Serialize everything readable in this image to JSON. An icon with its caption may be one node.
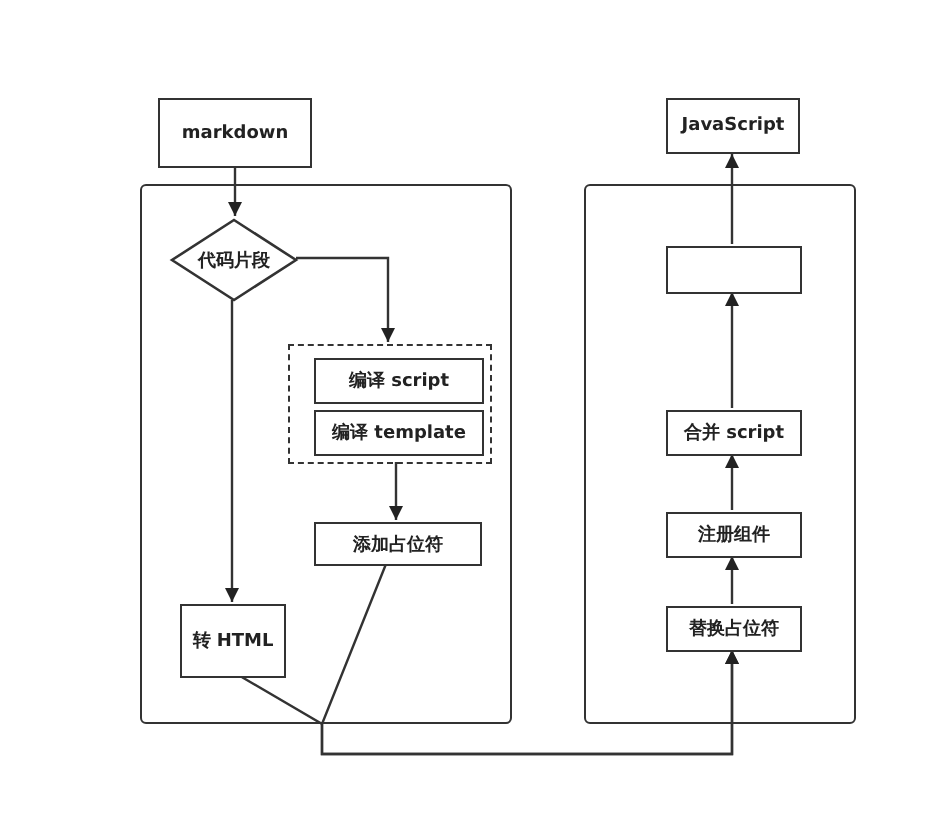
{
  "diagram": {
    "nodes": [
      {
        "text": [
          "markdown"
        ]
      },
      {
        "text": [],
        "shape": "box"
      },
      {
        "text": [
          "代码片段"
        ],
        "in": 1
      },
      {
        "text": [],
        "shape": "box",
        "in": 1
      },
      {
        "text": [
          "编译 script"
        ],
        "in": 3
      },
      {
        "text": [
          "编译 template"
        ],
        "in": 3
      },
      {
        "text": [
          "添加占位符"
        ],
        "in": 1
      },
      {
        "text": [
          "转 HTML"
        ],
        "in": 1
      },
      {
        "text": [],
        "shape": "box"
      },
      {
        "text": [
          "JavaScript"
        ]
      },
      {
        "text": [],
        "shape": "box",
        "in": 8
      },
      {
        "text": [
          "合并 script"
        ],
        "in": 8
      },
      {
        "text": [
          "注册组件"
        ],
        "in": 8
      },
      {
        "text": [
          "替换占位符"
        ],
        "in": 8
      }
    ],
    "edges": [
      {
        "from": 0,
        "to": 2,
        "arrow": "to"
      },
      {
        "from": 2,
        "to": 3,
        "arrow": "to"
      },
      {
        "from": 2,
        "to": 7,
        "arrow": "to"
      },
      {
        "from": 3,
        "to": 6,
        "arrow": "to"
      },
      {
        "from": 7,
        "to": 13,
        "arrow": "to"
      },
      {
        "from": 6,
        "to": 13,
        "arrow": "to"
      },
      {
        "from": 13,
        "to": 12,
        "arrow": "to"
      },
      {
        "from": 12,
        "to": 11,
        "arrow": "to"
      },
      {
        "from": 11,
        "to": 10,
        "arrow": "to"
      },
      {
        "from": 10,
        "to": 9,
        "arrow": "to"
      }
    ]
  }
}
